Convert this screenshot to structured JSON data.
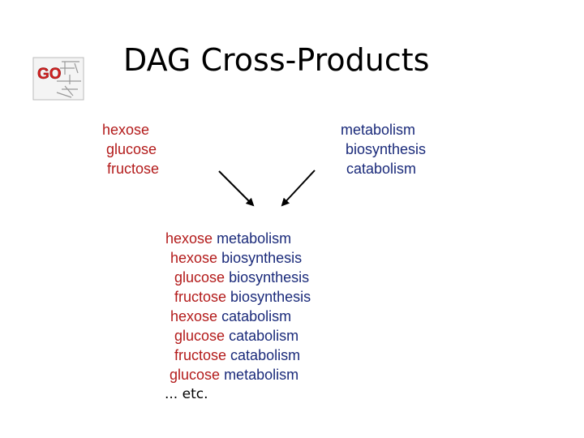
{
  "logo": {
    "text": "GO"
  },
  "title": "DAG Cross-Products",
  "left_terms": [
    "hexose",
    "glucose",
    "fructose"
  ],
  "right_terms": [
    "metabolism",
    "biosynthesis",
    "catabolism"
  ],
  "products": [
    {
      "a": "hexose",
      "b": "metabolism"
    },
    {
      "a": "hexose",
      "b": "biosynthesis"
    },
    {
      "a": "glucose",
      "b": "biosynthesis"
    },
    {
      "a": "fructose",
      "b": "biosynthesis"
    },
    {
      "a": "hexose",
      "b": "catabolism"
    },
    {
      "a": "glucose",
      "b": "catabolism"
    },
    {
      "a": "fructose",
      "b": "catabolism"
    },
    {
      "a": "glucose",
      "b": "metabolism"
    }
  ],
  "etc": "... etc.",
  "colors": {
    "term_a": "#b31b1b",
    "term_b": "#1a2a7a"
  }
}
